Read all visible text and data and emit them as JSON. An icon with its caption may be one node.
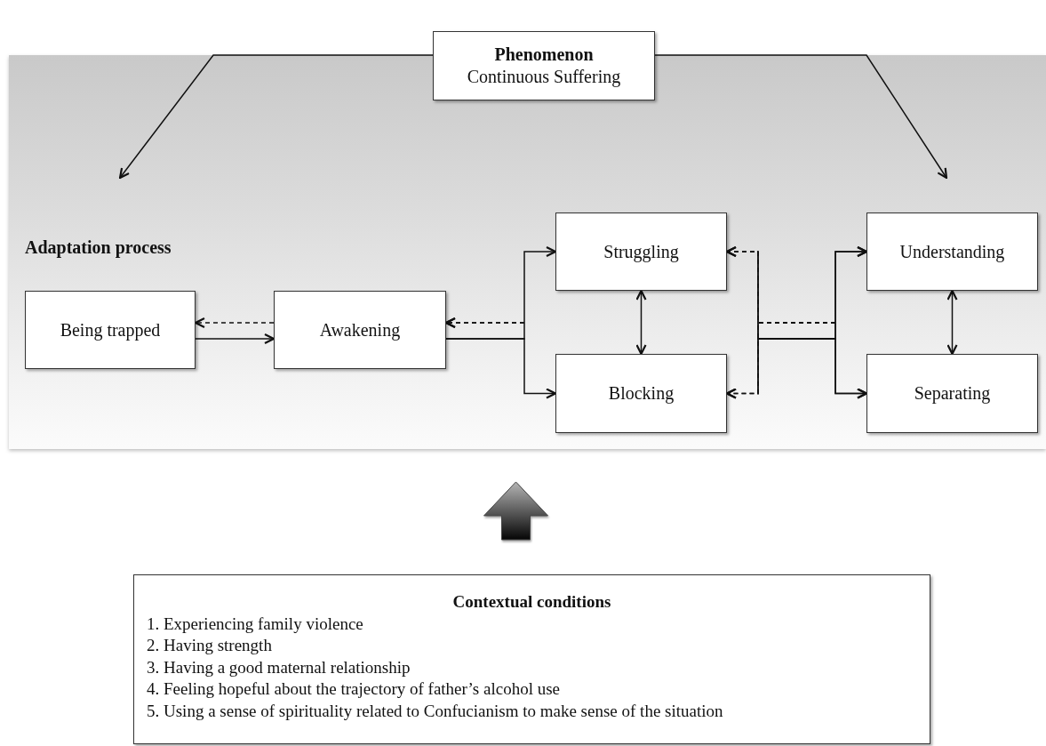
{
  "diagram": {
    "nodes": [
      {
        "text": [
          "Phenomenon",
          "Continuous Suffering"
        ]
      },
      {
        "text": [
          "Adaptation process"
        ]
      },
      {
        "text": [
          "Being trapped"
        ],
        "in": 1
      },
      {
        "text": [
          "Awakening"
        ],
        "in": 1
      },
      {
        "text": [
          "Struggling"
        ],
        "in": 1
      },
      {
        "text": [
          "Blocking"
        ],
        "in": 1
      },
      {
        "text": [
          "Understanding"
        ],
        "in": 1
      },
      {
        "text": [
          "Separating"
        ],
        "in": 1
      },
      {
        "text": [
          "Contextual conditions",
          "1. Experiencing family violence",
          "2. Having strength",
          "3. Having a good maternal relationship",
          "4. Feeling hopeful about the trajectory of father’s alcohol use",
          "5. Using a sense of spirituality related to Confucianism to make sense of the situation"
        ]
      }
    ],
    "edges": [
      {
        "from": 0,
        "to": null,
        "arrow": "to"
      },
      {
        "from": 0,
        "to": null,
        "arrow": "to"
      },
      {
        "from": 2,
        "to": 3,
        "arrow": "to"
      },
      {
        "from": 3,
        "to": 2,
        "arrow": "to",
        "style": "dashed"
      },
      {
        "from": 3,
        "to": 4,
        "arrow": "to"
      },
      {
        "from": 3,
        "to": 5,
        "arrow": "to"
      },
      {
        "from": 4,
        "to": 3,
        "arrow": "to",
        "style": "dashed"
      },
      {
        "from": 5,
        "to": 3,
        "arrow": "to",
        "style": "dashed"
      },
      {
        "from": 4,
        "to": 5,
        "arrow": "both"
      },
      {
        "from": 4,
        "to": 6,
        "arrow": "to"
      },
      {
        "from": 5,
        "to": 6,
        "arrow": "to"
      },
      {
        "from": 4,
        "to": 7,
        "arrow": "to"
      },
      {
        "from": 5,
        "to": 7,
        "arrow": "to"
      },
      {
        "from": 6,
        "to": 4,
        "arrow": "to",
        "style": "dashed"
      },
      {
        "from": 7,
        "to": 4,
        "arrow": "to",
        "style": "dashed"
      },
      {
        "from": 6,
        "to": 5,
        "arrow": "to",
        "style": "dashed"
      },
      {
        "from": 7,
        "to": 5,
        "arrow": "to",
        "style": "dashed"
      },
      {
        "from": 6,
        "to": 7,
        "arrow": "both"
      },
      {
        "from": 8,
        "to": 1,
        "arrow": "to",
        "style": "thick"
      }
    ]
  }
}
